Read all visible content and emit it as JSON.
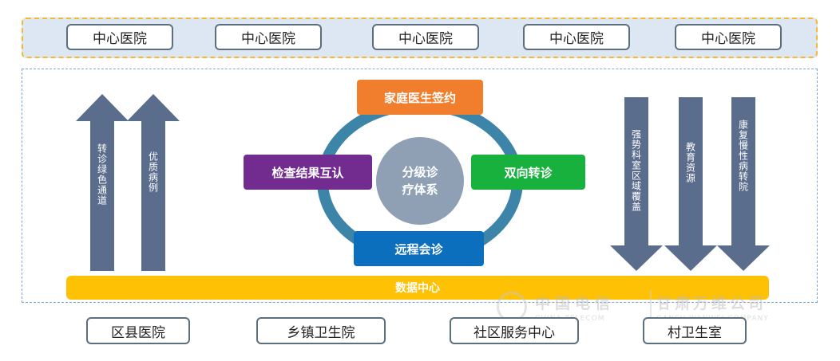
{
  "top_row": {
    "hospitals": [
      "中心医院",
      "中心医院",
      "中心医院",
      "中心医院",
      "中心医院"
    ]
  },
  "system": {
    "center_line1": "分级诊",
    "center_line2": "疗体系",
    "top_node": "家庭医生签约",
    "left_node": "检查结果互认",
    "right_node": "双向转诊",
    "bottom_node": "远程会诊"
  },
  "up_arrows": [
    "转诊绿色通道",
    "优质病例"
  ],
  "down_arrows": [
    "强势科室区域覆盖",
    "教育资源",
    "康复慢性病转院"
  ],
  "data_center": "数据中心",
  "bottom_row": {
    "facilities": [
      "区县医院",
      "乡镇卫生院",
      "社区服务中心",
      "村卫生室"
    ]
  },
  "watermark": {
    "cn_left": "中国电信",
    "cn_right": "甘肃万维公司",
    "en_left": "CHINA TELECOM",
    "en_right": "GANSU WANWEI COMPANY"
  },
  "colors": {
    "arrow": "#5a6d8c",
    "ring": "#3d85a8",
    "data_bar": "#fec103"
  }
}
